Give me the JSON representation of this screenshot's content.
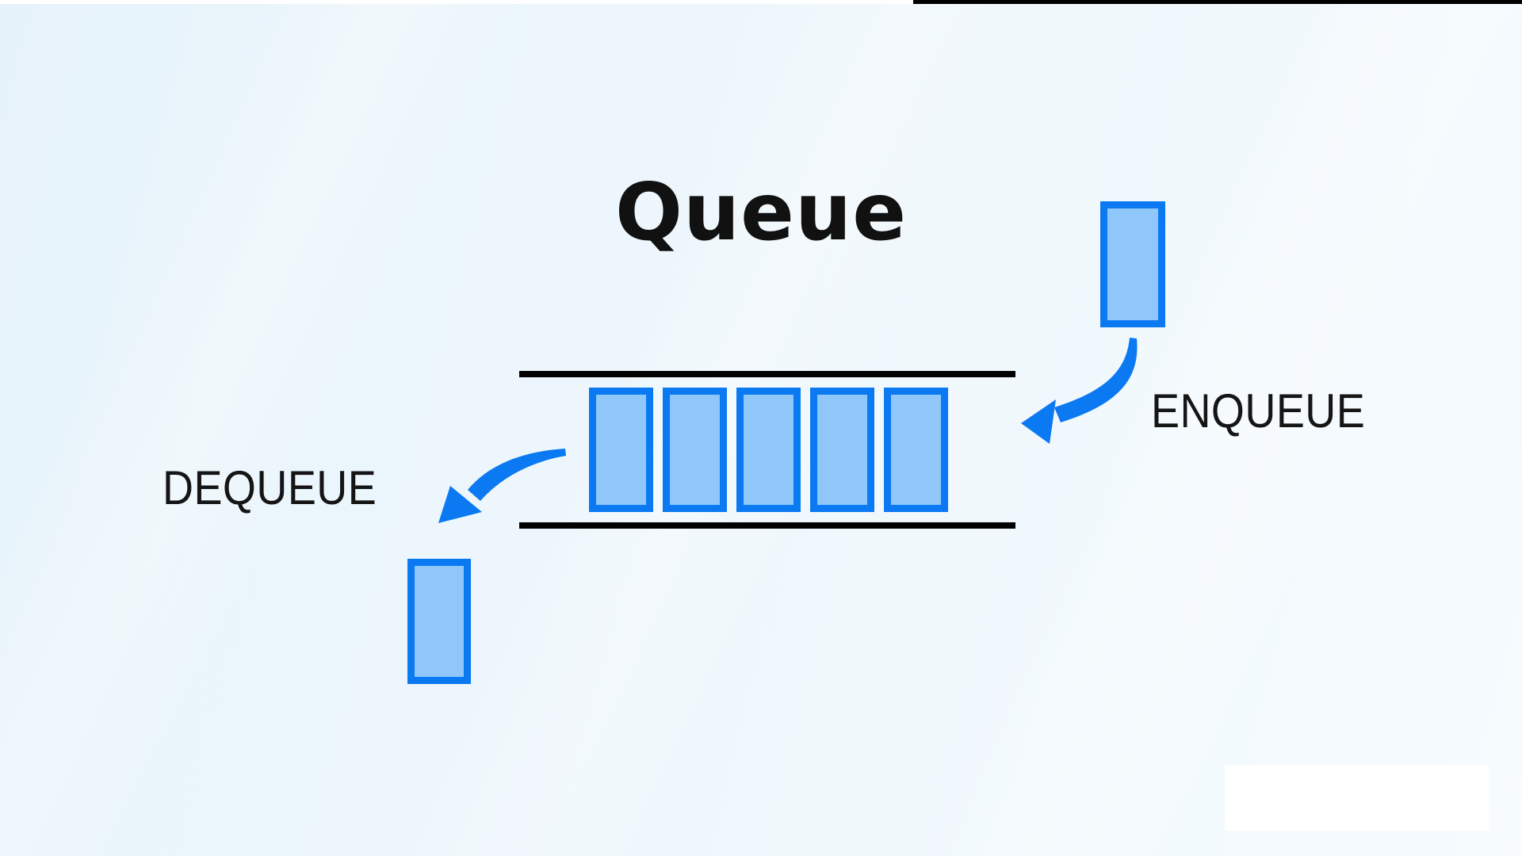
{
  "title": "Queue",
  "labels": {
    "enqueue": "ENQUEUE",
    "dequeue": "DEQUEUE"
  },
  "queue": {
    "items": [
      "item",
      "item",
      "item",
      "item",
      "item"
    ],
    "incoming_item": "item",
    "outgoing_item": "item"
  },
  "colors": {
    "accent": "#0b79f2",
    "item_fill": "#8fc7fb",
    "line": "#000000",
    "text": "#151515",
    "bg_start": "#e7f3fb",
    "bg_mid": "#eef7fc",
    "bg_end": "#f6fbfe",
    "strip_white": "#ffffff",
    "strip_black": "#000000",
    "panel_white": "#ffffff"
  }
}
